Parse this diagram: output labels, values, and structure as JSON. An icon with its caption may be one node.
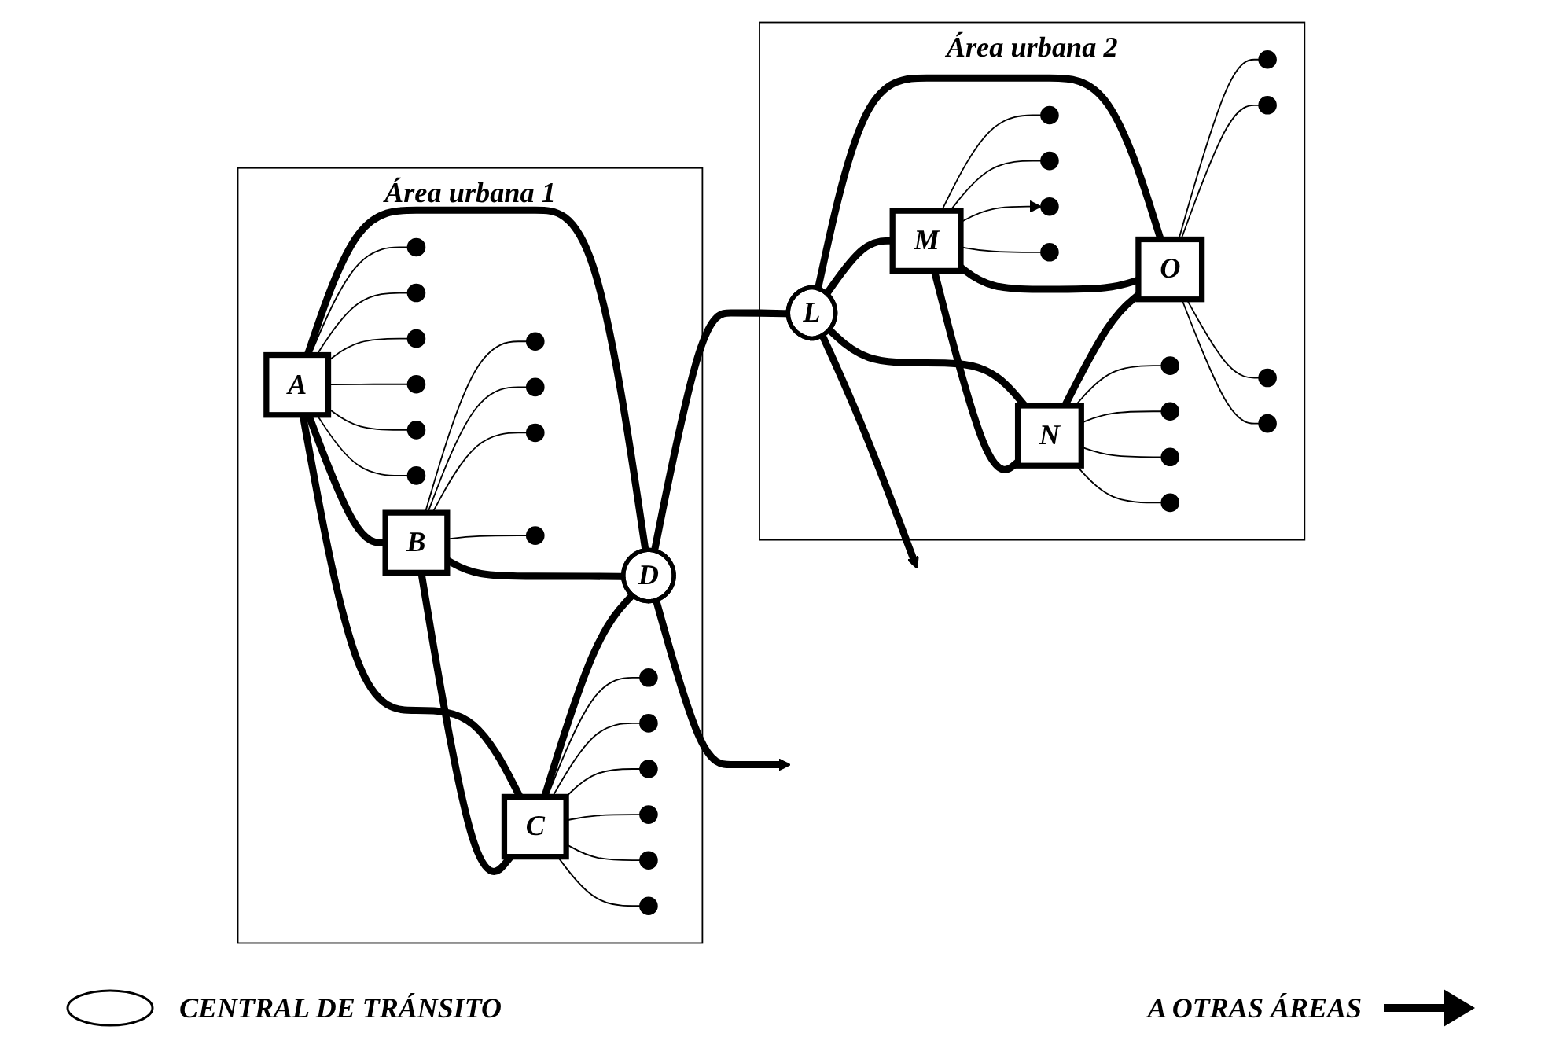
{
  "diagram": {
    "nodes": [
      {
        "text": [
          "Área urbana 1"
        ]
      },
      {
        "text": [
          "A"
        ],
        "in": 0
      },
      {
        "text": [
          "B"
        ],
        "in": 0
      },
      {
        "text": [
          "C"
        ],
        "in": 0
      },
      {
        "text": [
          "D"
        ],
        "in": 0
      },
      {
        "text": [],
        "shape": "circle",
        "in": 0
      },
      {
        "text": [],
        "shape": "circle",
        "in": 0
      },
      {
        "text": [],
        "shape": "circle",
        "in": 0
      },
      {
        "text": [],
        "shape": "circle",
        "in": 0
      },
      {
        "text": [],
        "shape": "circle",
        "in": 0
      },
      {
        "text": [],
        "shape": "circle",
        "in": 0
      },
      {
        "text": [],
        "shape": "circle",
        "in": 0
      },
      {
        "text": [],
        "shape": "circle",
        "in": 0
      },
      {
        "text": [],
        "shape": "circle",
        "in": 0
      },
      {
        "text": [],
        "shape": "circle",
        "in": 0
      },
      {
        "text": [],
        "shape": "circle",
        "in": 0
      },
      {
        "text": [],
        "shape": "circle",
        "in": 0
      },
      {
        "text": [],
        "shape": "circle",
        "in": 0
      },
      {
        "text": [],
        "shape": "circle",
        "in": 0
      },
      {
        "text": [],
        "shape": "circle",
        "in": 0
      },
      {
        "text": [],
        "shape": "circle",
        "in": 0
      },
      {
        "text": [
          "Área urbana 2"
        ]
      },
      {
        "text": [
          "L"
        ],
        "in": 21
      },
      {
        "text": [
          "M"
        ],
        "in": 21
      },
      {
        "text": [
          "N"
        ],
        "in": 21
      },
      {
        "text": [
          "O"
        ],
        "in": 21
      },
      {
        "text": [],
        "shape": "circle",
        "in": 21
      },
      {
        "text": [],
        "shape": "circle",
        "in": 21
      },
      {
        "text": [],
        "shape": "circle",
        "in": 21
      },
      {
        "text": [],
        "shape": "circle",
        "in": 21
      },
      {
        "text": [],
        "shape": "circle",
        "in": 21
      },
      {
        "text": [],
        "shape": "circle",
        "in": 21
      },
      {
        "text": [],
        "shape": "circle",
        "in": 21
      },
      {
        "text": [],
        "shape": "circle",
        "in": 21
      },
      {
        "text": [],
        "shape": "circle",
        "in": 21
      },
      {
        "text": [],
        "shape": "circle",
        "in": 21
      },
      {
        "text": [],
        "shape": "circle",
        "in": 21
      },
      {
        "text": [],
        "shape": "circle",
        "in": 21
      }
    ],
    "edges": [
      {
        "from": 1,
        "to": 2,
        "arrow": "none",
        "style": "thick"
      },
      {
        "from": 1,
        "to": 3,
        "arrow": "none",
        "style": "thick"
      },
      {
        "from": 1,
        "to": 4,
        "arrow": "none",
        "style": "thick"
      },
      {
        "from": 2,
        "to": 4,
        "arrow": "none",
        "style": "thick"
      },
      {
        "from": 2,
        "to": 3,
        "arrow": "none",
        "style": "thick"
      },
      {
        "from": 3,
        "to": 4,
        "arrow": "none",
        "style": "thick"
      },
      {
        "from": 4,
        "to": 22,
        "arrow": "none",
        "style": "thick"
      },
      {
        "from": 4,
        "to": null,
        "arrow": "to",
        "style": "thick"
      },
      {
        "from": 22,
        "to": null,
        "arrow": "to",
        "style": "thick"
      },
      {
        "from": 22,
        "to": 23,
        "arrow": "none",
        "style": "thick"
      },
      {
        "from": 22,
        "to": 24,
        "arrow": "none",
        "style": "thick"
      },
      {
        "from": 22,
        "to": 25,
        "arrow": "none",
        "style": "thick"
      },
      {
        "from": 23,
        "to": 24,
        "arrow": "none",
        "style": "thick"
      },
      {
        "from": 23,
        "to": 25,
        "arrow": "none",
        "style": "thick"
      },
      {
        "from": 24,
        "to": 25,
        "arrow": "none",
        "style": "thick"
      },
      {
        "from": 1,
        "to": 5,
        "arrow": "none"
      },
      {
        "from": 1,
        "to": 6,
        "arrow": "none"
      },
      {
        "from": 1,
        "to": 7,
        "arrow": "none"
      },
      {
        "from": 1,
        "to": 8,
        "arrow": "none"
      },
      {
        "from": 1,
        "to": 9,
        "arrow": "none"
      },
      {
        "from": 1,
        "to": 10,
        "arrow": "none"
      },
      {
        "from": 2,
        "to": 11,
        "arrow": "none"
      },
      {
        "from": 2,
        "to": 12,
        "arrow": "none"
      },
      {
        "from": 2,
        "to": 13,
        "arrow": "none"
      },
      {
        "from": 2,
        "to": 14,
        "arrow": "none"
      },
      {
        "from": 3,
        "to": 15,
        "arrow": "none"
      },
      {
        "from": 3,
        "to": 16,
        "arrow": "none"
      },
      {
        "from": 3,
        "to": 17,
        "arrow": "none"
      },
      {
        "from": 3,
        "to": 18,
        "arrow": "none"
      },
      {
        "from": 3,
        "to": 19,
        "arrow": "none"
      },
      {
        "from": 3,
        "to": 20,
        "arrow": "none"
      },
      {
        "from": 23,
        "to": 26,
        "arrow": "none"
      },
      {
        "from": 23,
        "to": 27,
        "arrow": "none"
      },
      {
        "from": 23,
        "to": 28,
        "arrow": "to"
      },
      {
        "from": 23,
        "to": 29,
        "arrow": "none"
      },
      {
        "from": 24,
        "to": 30,
        "arrow": "none"
      },
      {
        "from": 24,
        "to": 31,
        "arrow": "none"
      },
      {
        "from": 24,
        "to": 32,
        "arrow": "none"
      },
      {
        "from": 24,
        "to": 33,
        "arrow": "none"
      },
      {
        "from": 25,
        "to": 34,
        "arrow": "none"
      },
      {
        "from": 25,
        "to": 35,
        "arrow": "none"
      },
      {
        "from": 25,
        "to": 36,
        "arrow": "none"
      },
      {
        "from": 25,
        "to": 37,
        "arrow": "none"
      }
    ],
    "legend": [
      {
        "text": "CENTRAL DE TRÁNSITO"
      },
      {
        "text": "A OTRAS ÁREAS"
      }
    ]
  }
}
